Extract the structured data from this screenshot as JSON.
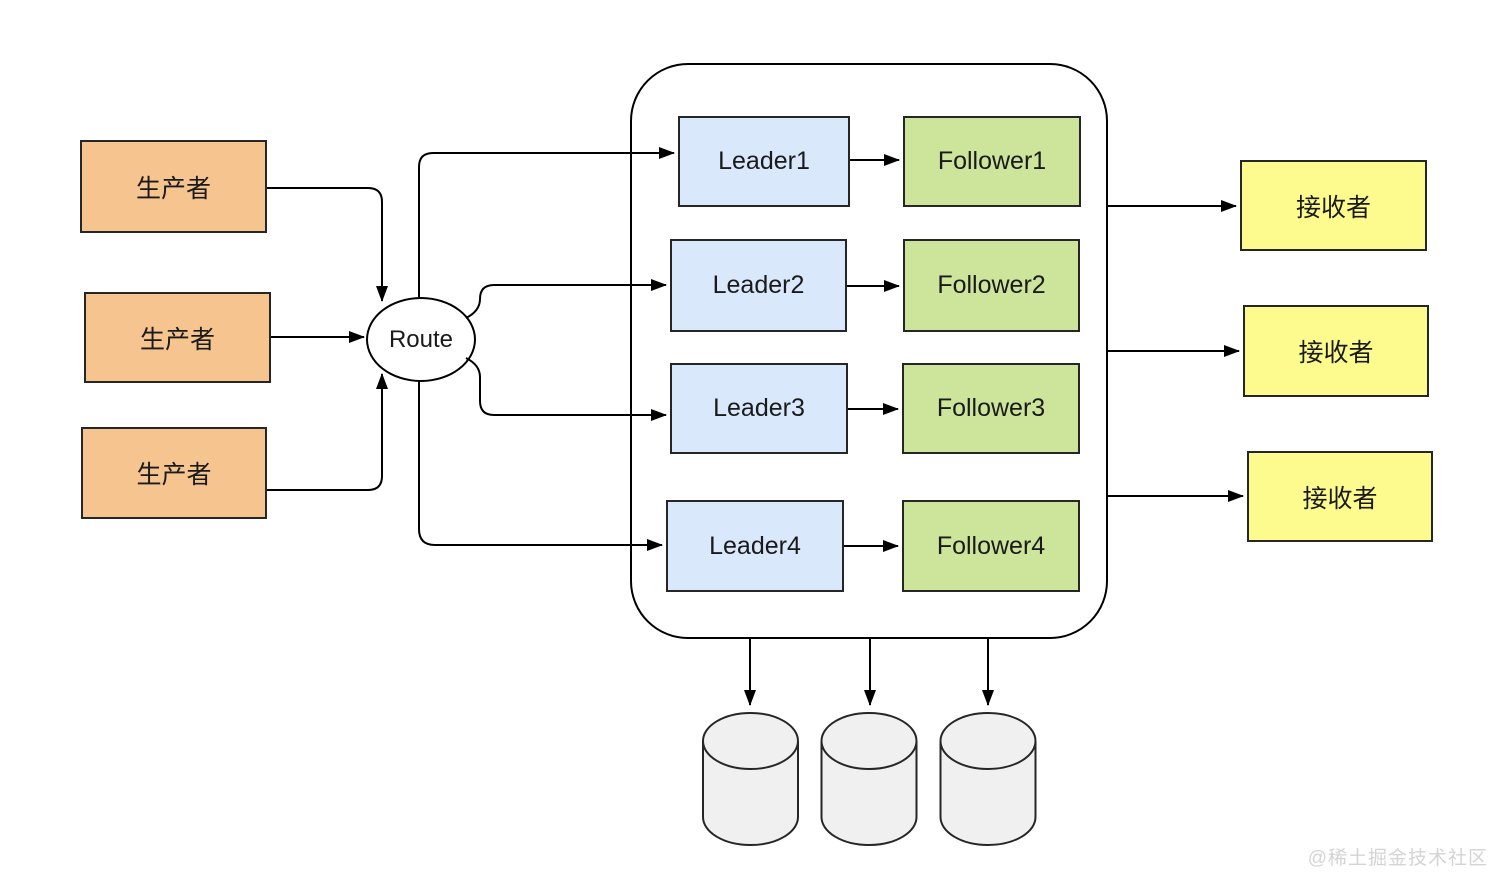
{
  "colors": {
    "canvas-bg": "#ffffff",
    "producer-fill": "#F6C48E",
    "leader-fill": "#D9E8FB",
    "follower-fill": "#CDE49B",
    "receiver-fill": "#FDFB8E",
    "cylinder-fill": "#F0F0F0",
    "node-stroke": "#262626",
    "line-color": "#000000",
    "text-color": "#1a1a1a",
    "watermark-color": "#d4d4d4"
  },
  "diagram": {
    "producers": [
      {
        "label": "生产者"
      },
      {
        "label": "生产者"
      },
      {
        "label": "生产者"
      }
    ],
    "route": {
      "label": "Route"
    },
    "cluster": {
      "rows": [
        {
          "leader": "Leader1",
          "follower": "Follower1"
        },
        {
          "leader": "Leader2",
          "follower": "Follower2"
        },
        {
          "leader": "Leader3",
          "follower": "Follower3"
        },
        {
          "leader": "Leader4",
          "follower": "Follower4"
        }
      ]
    },
    "receivers": [
      {
        "label": "接收者"
      },
      {
        "label": "接收者"
      },
      {
        "label": "接收者"
      }
    ],
    "storage": {
      "cylinder_count": 3
    },
    "watermark": "@稀土掘金技术社区"
  }
}
